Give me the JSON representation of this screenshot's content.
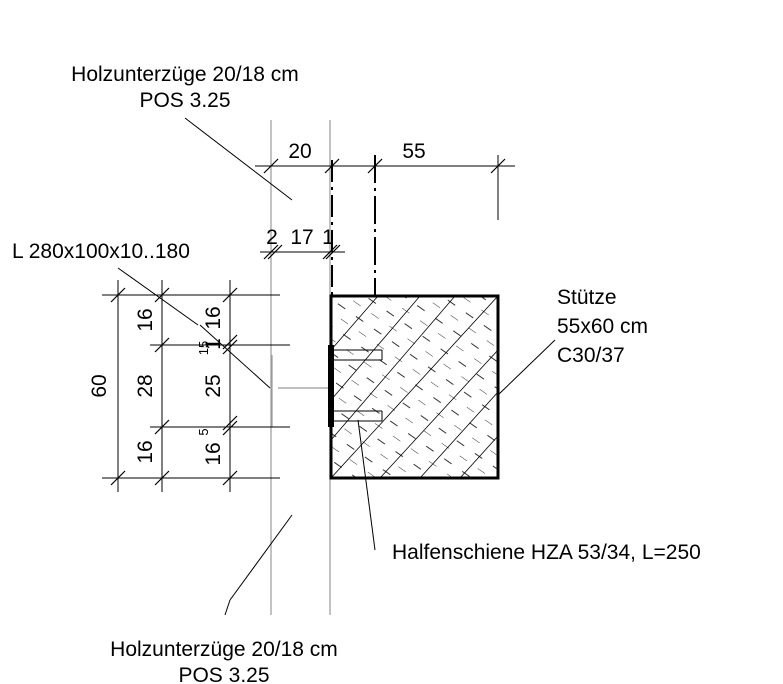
{
  "labels": {
    "beam_top_line1": "Holzunterzüge 20/18 cm",
    "beam_top_line2": "POS 3.25",
    "beam_bottom_line1": "Holzunterzüge 20/18 cm",
    "beam_bottom_line2": "POS 3.25",
    "angle": "L 280x100x10..180",
    "column_line1": "Stütze",
    "column_line2": "55x60 cm",
    "column_line3": "C30/37",
    "channel": "Halfenschiene HZA 53/34, L=250"
  },
  "dimensions": {
    "top_beam_width": "20",
    "top_column_width": "55",
    "detail_a": "2",
    "detail_b": "17",
    "detail_c": "1",
    "left_total": "60",
    "left_upper": "16",
    "left_middle": "28",
    "left_lower": "16",
    "inner_upper": "16",
    "inner_upper_frac": "15",
    "inner_upper_frac_base": "1",
    "inner_middle": "25",
    "inner_lower": "16",
    "inner_lower_frac": "5",
    "inner_lower_frac_base": "1"
  }
}
